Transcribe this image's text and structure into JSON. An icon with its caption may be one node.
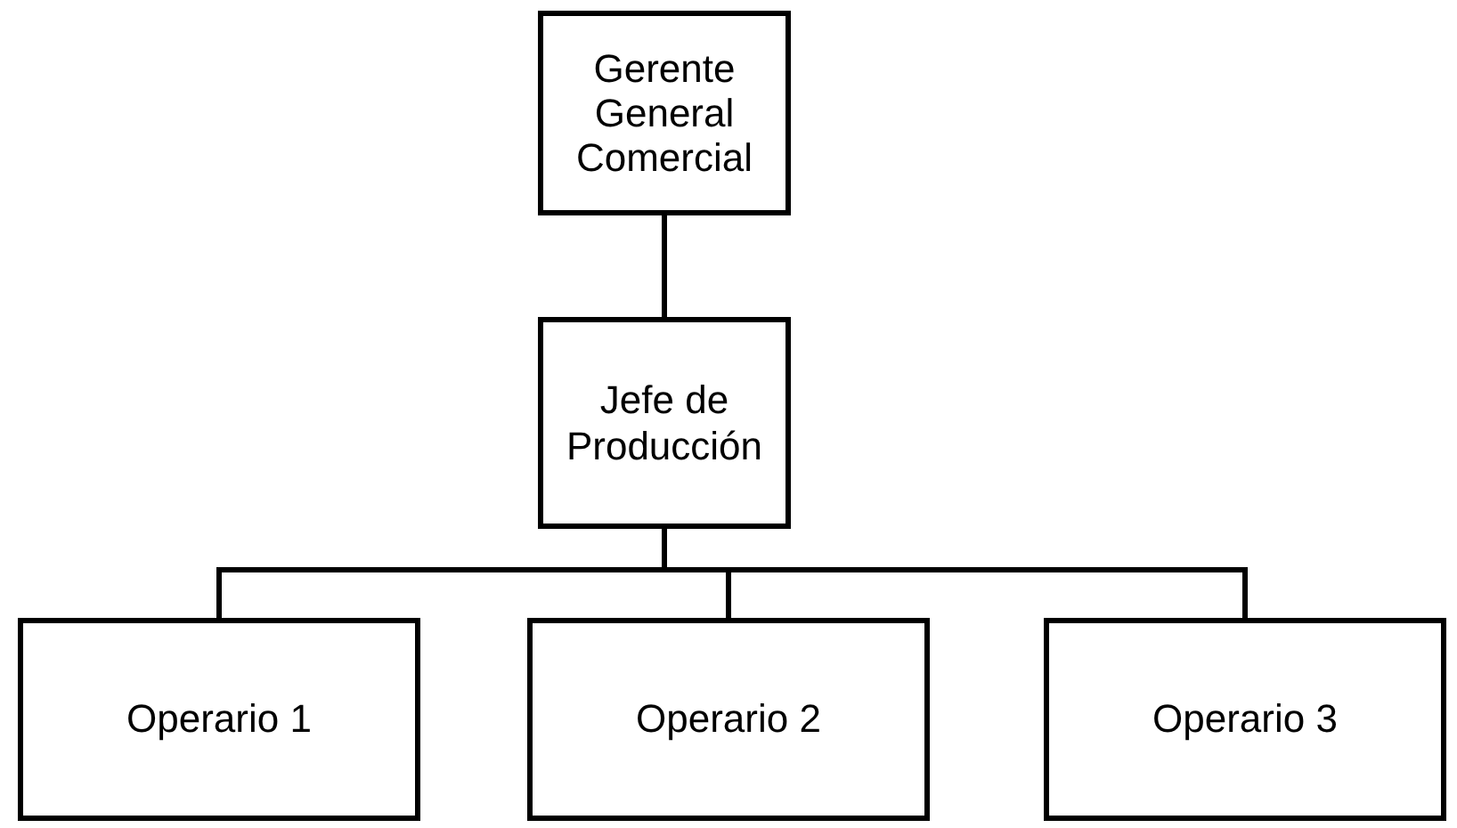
{
  "diagram": {
    "nodes": [
      {
        "text": [
          "Gerente General Comercial"
        ]
      },
      {
        "text": [
          "Jefe de Producción"
        ]
      },
      {
        "text": [
          "Operario 1"
        ]
      },
      {
        "text": [
          "Operario 2"
        ]
      },
      {
        "text": [
          "Operario 3"
        ]
      }
    ],
    "edges": [
      {
        "from": 0,
        "to": 1,
        "arrow": "none"
      },
      {
        "from": 1,
        "to": 2,
        "arrow": "none"
      },
      {
        "from": 1,
        "to": 3,
        "arrow": "none"
      },
      {
        "from": 1,
        "to": 4,
        "arrow": "none"
      }
    ]
  }
}
